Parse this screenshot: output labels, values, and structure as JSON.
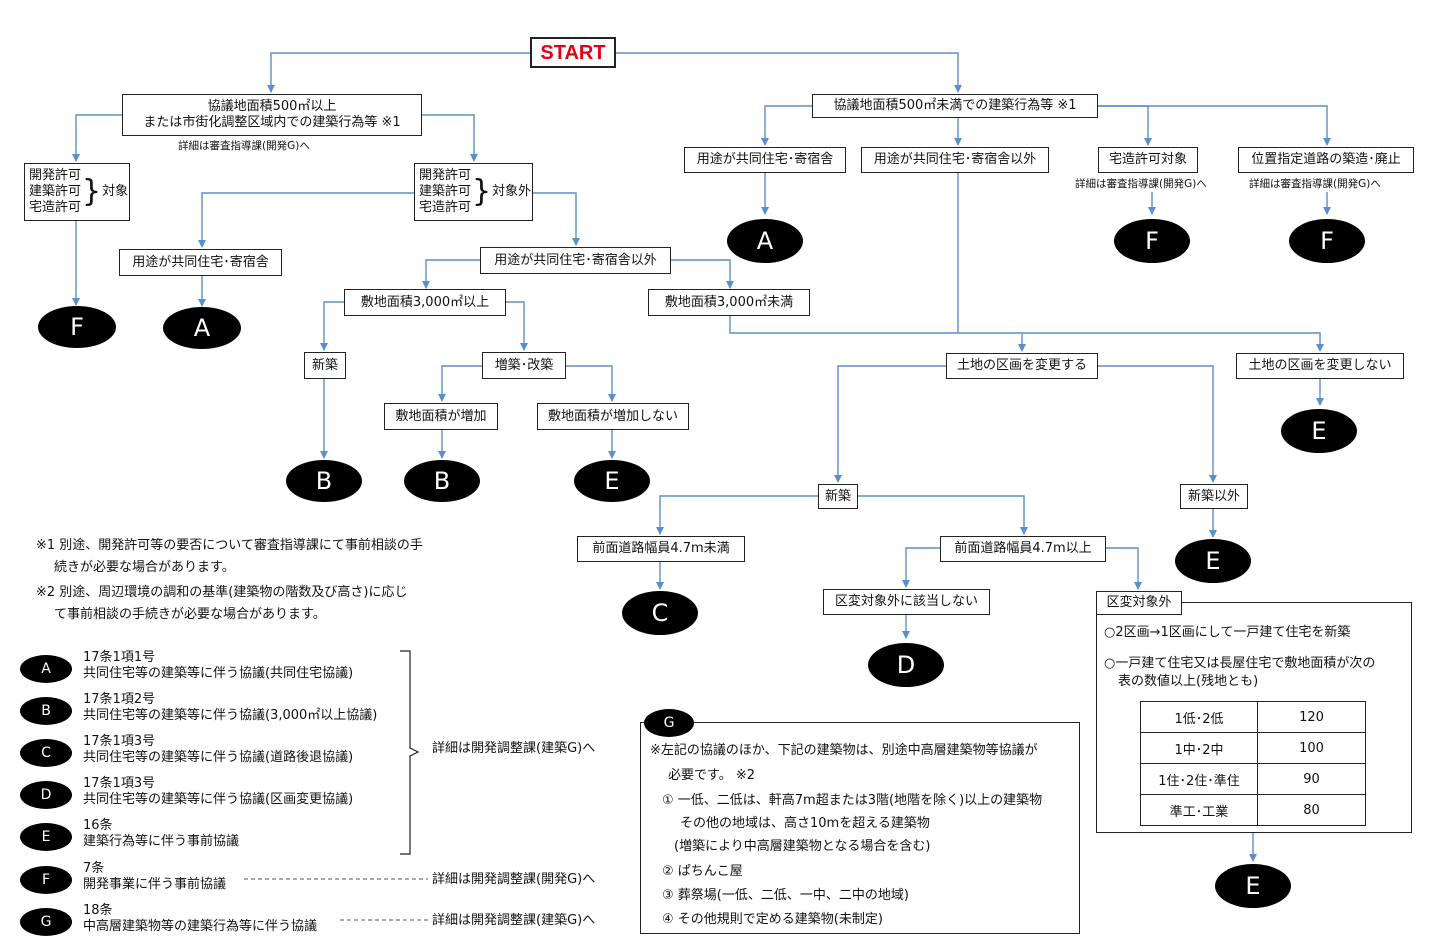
{
  "start": "START",
  "left_branch": {
    "condition_line1": "協議地面積500㎡以上",
    "condition_line2": "または市街化調整区域内での建築行為等 ※1",
    "condition_note": "詳細は審査指導課(開発G)へ",
    "permit_types": [
      "開発許可",
      "建築許可",
      "宅造許可"
    ],
    "target": "対象",
    "non_target": "対象外",
    "shared_housing": "用途が共同住宅･寄宿舎",
    "not_shared_housing": "用途が共同住宅･寄宿舎以外",
    "site_over_3000": "敷地面積3,000㎡以上",
    "site_under_3000": "敷地面積3,000㎡未満",
    "new_build": "新築",
    "extension": "増築･改築",
    "site_increase": "敷地面積が増加",
    "site_no_increase": "敷地面積が増加しない"
  },
  "right_branch": {
    "condition": "協議地面積500㎡未満での建築行為等 ※1",
    "shared_housing": "用途が共同住宅･寄宿舎",
    "not_shared_housing": "用途が共同住宅･寄宿舎以外",
    "land_dev": "宅造許可対象",
    "land_dev_note": "詳細は審査指導課(開発G)へ",
    "road": "位置指定道路の築造･廃止",
    "road_note": "詳細は審査指導課(開発G)へ",
    "change_division": "土地の区画を変更する",
    "no_change_division": "土地の区画を変更しない",
    "new_build": "新築",
    "not_new_build": "新築以外",
    "road_under": "前面道路幅員4.7m未満",
    "road_over": "前面道路幅員4.7m以上",
    "not_exempt": "区変対象外に該当しない",
    "exempt": "区変対象外",
    "exempt_item1": "○2区画→1区画にして一戸建て住宅を新築",
    "exempt_item2_line1": "○一戸建て住宅又は長屋住宅で敷地面積が次の",
    "exempt_item2_line2": "表の数値以上(残地とも)",
    "area_table": [
      {
        "zone": "1低･2低",
        "value": "120"
      },
      {
        "zone": "1中･2中",
        "value": "100"
      },
      {
        "zone": "1住･2住･準住",
        "value": "90"
      },
      {
        "zone": "準工･工業",
        "value": "80"
      }
    ]
  },
  "outcomes": {
    "A": "A",
    "B": "B",
    "C": "C",
    "D": "D",
    "E": "E",
    "F": "F",
    "G": "G"
  },
  "footnotes": {
    "note1_line1": "※1 別途、開発許可等の要否について審査指導課にて事前相談の手",
    "note1_line2": "続きが必要な場合があります。",
    "note2_line1": "※2 別途、周辺環境の調和の基準(建築物の階数及び高さ)に応じ",
    "note2_line2": "て事前相談の手続きが必要な場合があります。"
  },
  "legend": [
    {
      "key": "A",
      "line1": "17条1項1号",
      "line2": "共同住宅等の建築等に伴う協議(共同住宅協議)"
    },
    {
      "key": "B",
      "line1": "17条1項2号",
      "line2": "共同住宅等の建築等に伴う協議(3,000㎡以上協議)"
    },
    {
      "key": "C",
      "line1": "17条1項3号",
      "line2": "共同住宅等の建築等に伴う協議(道路後退協議)"
    },
    {
      "key": "D",
      "line1": "17条1項3号",
      "line2": "共同住宅等の建築等に伴う協議(区画変更協議)"
    },
    {
      "key": "E",
      "line1": "16条",
      "line2": "建築行為等に伴う事前協議"
    },
    {
      "key": "F",
      "line1": "7条",
      "line2": "開発事業に伴う事前協議"
    },
    {
      "key": "G",
      "line1": "18条",
      "line2": "中高層建築物等の建築行為等に伴う協議"
    }
  ],
  "legend_refs": {
    "abcde": "詳細は開発調整課(建築G)へ",
    "f": "詳細は開発調整課(開発G)へ",
    "g": "詳細は開発調整課(建築G)へ"
  },
  "g_box": {
    "intro_line1": "※左記の協議のほか、下記の建築物は、別途中高層建築物等協議が",
    "intro_line2": "必要です。 ※2",
    "item1_line1": "① 一低、二低は、軒高7m超または3階(地階を除く)以上の建築物",
    "item1_line2": "その他の地域は、高さ10mを超える建築物",
    "item1_line3": "(増築により中高層建築物となる場合を含む)",
    "item2": "② ぱちんこ屋",
    "item3": "③ 葬祭場(一低、二低、一中、二中の地域)",
    "item4": "④ その他規則で定める建築物(未制定)"
  },
  "colors": {
    "connector": "#5b8fc7",
    "start_text": "#e60012",
    "outcome_fill": "#000000"
  }
}
